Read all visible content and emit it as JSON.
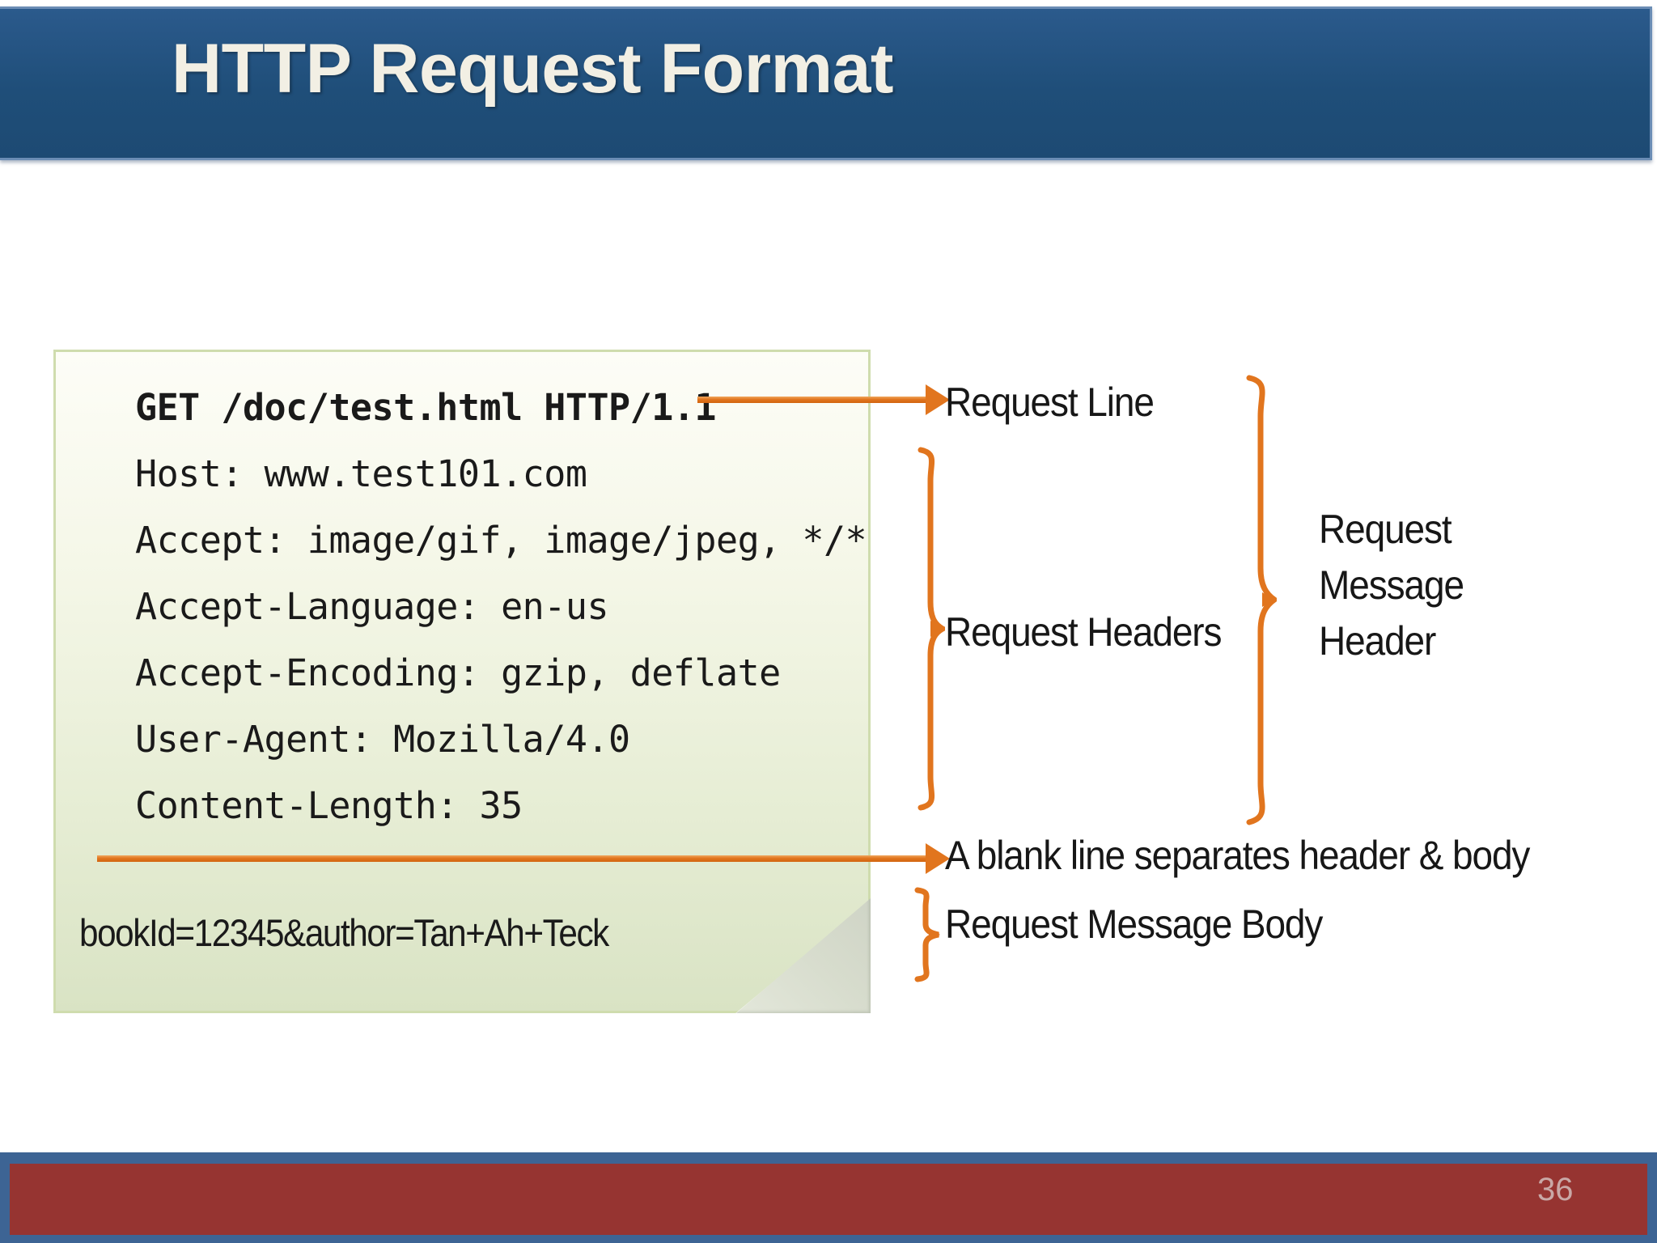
{
  "slide": {
    "title": "HTTP Request Format",
    "page_number": "36",
    "accent_orange": "#E1751E",
    "header_blue": "#1F4E79",
    "footer_red": "#963431",
    "note_green": "#D9E3C4"
  },
  "note": {
    "request_line": "GET /doc/test.html HTTP/1.1",
    "headers": [
      "Host: www.test101.com",
      "Accept: image/gif, image/jpeg, */*",
      "Accept-Language: en-us",
      "Accept-Encoding: gzip, deflate",
      "User-Agent: Mozilla/4.0",
      "Content-Length: 35"
    ],
    "body": "bookId=12345&author=Tan+Ah+Teck"
  },
  "annotations": {
    "request_line": "Request Line",
    "request_headers": "Request Headers",
    "request_message_header": [
      "Request",
      "Message",
      "Header"
    ],
    "blank_line": "A blank line separates header & body",
    "request_message_body": "Request Message Body"
  }
}
